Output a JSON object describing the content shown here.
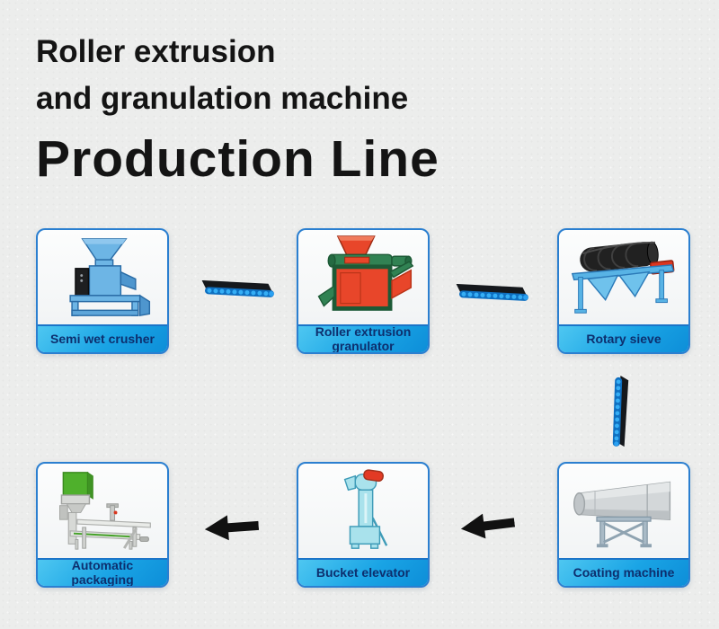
{
  "title": {
    "line1": "Roller extrusion",
    "line2": "and granulation machine",
    "line3": "Production Line"
  },
  "stations": [
    {
      "label": "Semi wet crusher",
      "illustration": "semi-wet-crusher"
    },
    {
      "label": "Roller extrusion granulator",
      "illustration": "roller-extrusion-granulator"
    },
    {
      "label": "Rotary sieve",
      "illustration": "rotary-sieve"
    },
    {
      "label": "Coating machine",
      "illustration": "coating-machine"
    },
    {
      "label": "Bucket elevator",
      "illustration": "bucket-elevator"
    },
    {
      "label": "Automatic packaging",
      "illustration": "automatic-packaging"
    }
  ],
  "connectors": [
    {
      "icon": "conveyor-horizontal-icon",
      "between": [
        "Semi wet crusher",
        "Roller extrusion granulator"
      ]
    },
    {
      "icon": "conveyor-horizontal-icon",
      "between": [
        "Roller extrusion granulator",
        "Rotary sieve"
      ]
    },
    {
      "icon": "conveyor-vertical-icon",
      "between": [
        "Rotary sieve",
        "Coating machine"
      ]
    },
    {
      "icon": "arrow-left-icon",
      "between": [
        "Coating machine",
        "Bucket elevator"
      ]
    },
    {
      "icon": "arrow-left-icon",
      "between": [
        "Bucket elevator",
        "Automatic packaging"
      ]
    }
  ],
  "colors": {
    "background": "#ecedec",
    "title_text": "#141414",
    "box_border": "#2b7fd0",
    "label_gradient_top": "#4ec7f1",
    "label_gradient_bottom": "#0d8ed8",
    "label_text": "#0d2f6e",
    "conveyor_blue": "#35aef5",
    "arrow_black": "#111111"
  }
}
